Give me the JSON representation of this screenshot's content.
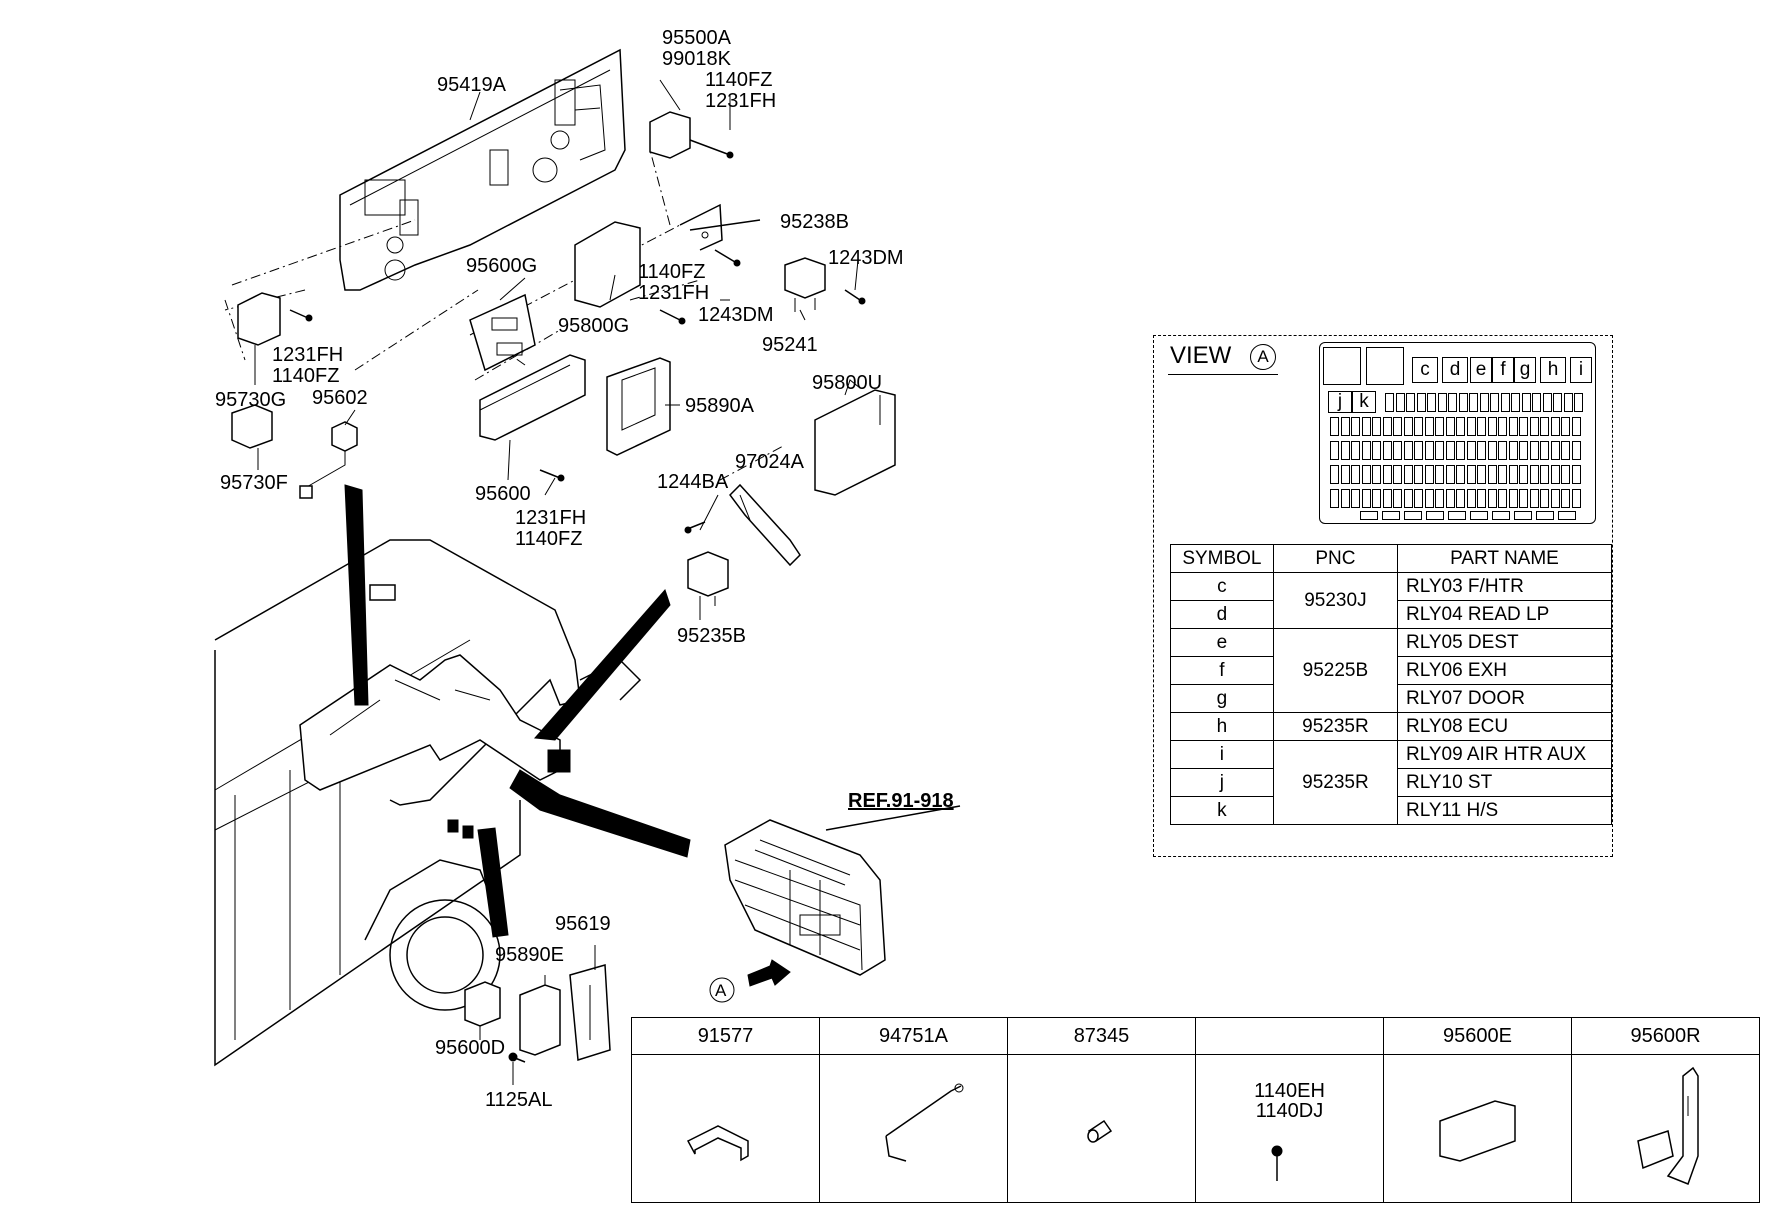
{
  "parts": {
    "p95500A": "95500A",
    "p99018K": "99018K",
    "p1140FZ_a": "1140FZ",
    "p1231FH_a": "1231FH",
    "p95419A": "95419A",
    "p95238B": "95238B",
    "p1243DM_a": "1243DM",
    "p95600G": "95600G",
    "p1140FZ_b": "1140FZ",
    "p1231FH_b": "1231FH",
    "p1243DM_b": "1243DM",
    "p95800G": "95800G",
    "p95241": "95241",
    "p1231FH_c": "1231FH",
    "p1140FZ_c": "1140FZ",
    "p95730G": "95730G",
    "p95602": "95602",
    "p95800U": "95800U",
    "p95890A": "95890A",
    "p95730F": "95730F",
    "p95600": "95600",
    "p1231FH_d": "1231FH",
    "p1140FZ_d": "1140FZ",
    "p1244BA": "1244BA",
    "p97024A": "97024A",
    "p95235B": "95235B",
    "ref": "REF.91-918",
    "p95619": "95619",
    "p95890E": "95890E",
    "p95600D": "95600D",
    "p1125AL": "1125AL",
    "view_marker": "A"
  },
  "view_a": {
    "title": "VIEW",
    "marker": "A",
    "slots_top": [
      "c",
      "d",
      "e",
      "f",
      "g",
      "h",
      "i"
    ],
    "slots_second": [
      "j",
      "k"
    ]
  },
  "relay_table": {
    "headers": [
      "SYMBOL",
      "PNC",
      "PART NAME"
    ],
    "rows": [
      {
        "symbol": "c",
        "part": "RLY03 F/HTR"
      },
      {
        "symbol": "d",
        "part": "RLY04 READ LP"
      },
      {
        "symbol": "e",
        "part": "RLY05 DEST"
      },
      {
        "symbol": "f",
        "part": "RLY06 EXH"
      },
      {
        "symbol": "g",
        "part": "RLY07 DOOR"
      },
      {
        "symbol": "h",
        "part": "RLY08 ECU"
      },
      {
        "symbol": "i",
        "part": "RLY09 AIR HTR AUX"
      },
      {
        "symbol": "j",
        "part": "RLY10 ST"
      },
      {
        "symbol": "k",
        "part": "RLY11 H/S"
      }
    ],
    "pnc_groups": [
      "95230J",
      "95225B",
      "95235R",
      "95235R"
    ]
  },
  "accessories": {
    "headers": [
      "91577",
      "94751A",
      "87345",
      "",
      "95600E",
      "95600R"
    ],
    "sub_labels": [
      "1140EH",
      "1140DJ"
    ]
  }
}
